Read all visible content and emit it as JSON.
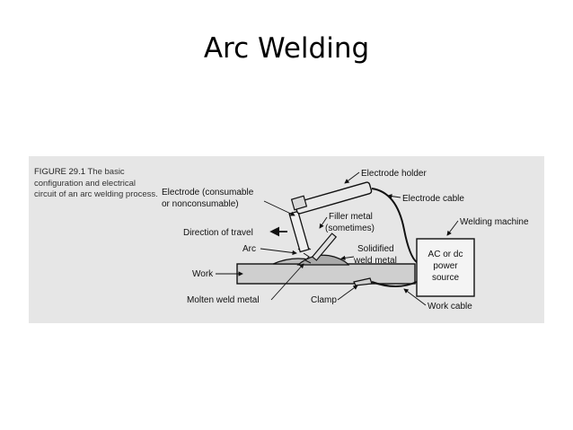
{
  "slide": {
    "title": "Arc Welding"
  },
  "figure": {
    "number": "FIGURE 29.1",
    "caption": "The basic configuration and electrical circuit of an arc welding process.",
    "labels": {
      "electrode_holder": "Electrode holder",
      "electrode_line1": "Electrode (consumable",
      "electrode_line2": "or nonconsumable)",
      "electrode_cable": "Electrode cable",
      "filler_line1": "Filler metal",
      "filler_line2": "(sometimes)",
      "welding_machine": "Welding machine",
      "direction": "Direction of travel",
      "arc": "Arc",
      "solidified_line1": "Solidified",
      "solidified_line2": "weld metal",
      "work": "Work",
      "power_line1": "AC or dc",
      "power_line2": "power",
      "power_line3": "source",
      "molten": "Molten weld metal",
      "clamp": "Clamp",
      "work_cable": "Work cable"
    }
  }
}
